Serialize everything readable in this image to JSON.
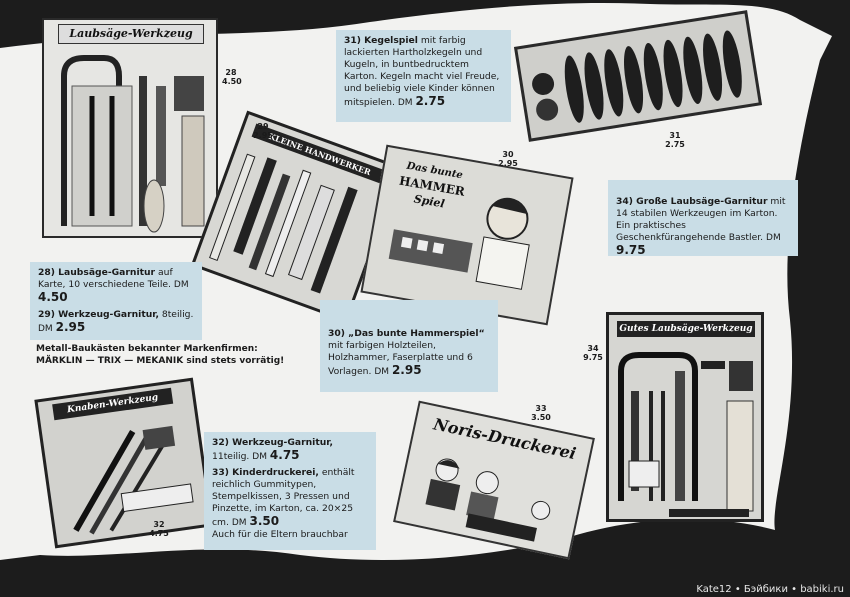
{
  "items": {
    "i28": {
      "num": "28",
      "price": "4.50",
      "card_title": "Laubsäge-Werkzeug"
    },
    "i29": {
      "num": "29",
      "price": "2.95",
      "card_title": "KLEINE HANDWERKER"
    },
    "i30": {
      "num": "30",
      "price": "2.95",
      "box_line1": "Das bunte",
      "box_line2": "HAMMER",
      "box_line3": "Spiel"
    },
    "i31": {
      "num": "31",
      "price": "2.75"
    },
    "i32": {
      "num": "32",
      "price": "4.75",
      "card_title": "Knaben-Werkzeug"
    },
    "i33": {
      "num": "33",
      "price": "3.50",
      "box_title": "Noris-Druckerei"
    },
    "i34": {
      "num": "34",
      "price": "9.75",
      "card_title": "Gutes Laubsäge-Werkzeug"
    }
  },
  "descriptions": {
    "d31": {
      "name": "31) Kegelspiel",
      "text": "mit farbig lackierten Hartholzkegeln und Kugeln, in buntbedrucktem Karton. Kegeln macht viel Freude, und beliebig viele Kinder können mitspielen.",
      "dm": "DM",
      "price": "2.75"
    },
    "d34": {
      "name": "34) Große Laubsäge-Garnitur",
      "text": "mit 14 stabilen Werkzeugen im Karton. Ein praktisches Geschenkfürangehende Bastler.",
      "dm": "DM",
      "price": "9.75"
    },
    "d28": {
      "name": "28) Laubsäge-Garnitur",
      "text": "auf Karte, 10 verschiedene Teile.",
      "dm": "DM",
      "price": "4.50"
    },
    "d29": {
      "name": "29) Werkzeug-Garnitur,",
      "text": "8teilig.",
      "dm": "DM",
      "price": "2.95"
    },
    "metal_line1": "Metall-Baukästen bekannter Markenfirmen:",
    "metal_line2": "MÄRKLIN — TRIX — MEKANIK sind stets vorrätig!",
    "d30": {
      "name": "30) „Das bunte Hammerspiel“",
      "text": "mit farbigen Holzteilen, Holzhammer, Faserplatte und 6 Vorlagen.",
      "dm": "DM",
      "price": "2.95"
    },
    "d32": {
      "name": "32) Werkzeug-Garnitur,",
      "text": "11teilig.",
      "dm": "DM",
      "price": "4.75"
    },
    "d33": {
      "name": "33) Kinderdruckerei,",
      "text": "enthält reichlich Gummitypen, Stempelkissen, 3 Pressen und Pinzette, im Karton, ca. 20×25 cm.",
      "dm": "DM",
      "price": "3.50",
      "extra": "Auch für die Eltern brauchbar"
    }
  },
  "watermark": "Kate12 • Бэйбики • babiki.ru",
  "colors": {
    "page": "#f2f2f0",
    "box": "#c9dde6",
    "dark": "#1c1c1c"
  }
}
